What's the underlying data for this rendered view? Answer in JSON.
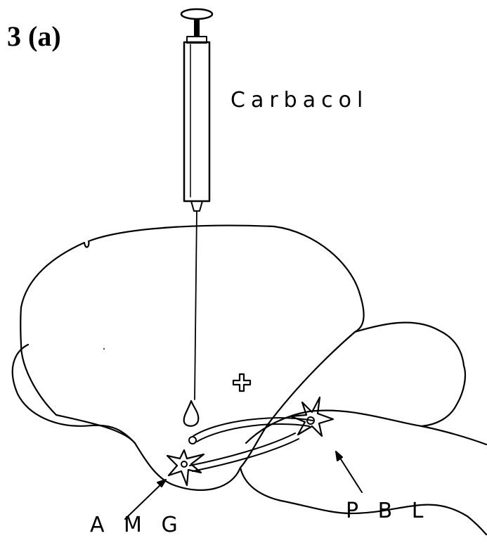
{
  "figure": {
    "label": "3 (a)",
    "drug_label": "Carbacol",
    "regions": {
      "amg": "A M G",
      "pbl": "P B L"
    },
    "connection_sign": "+"
  }
}
